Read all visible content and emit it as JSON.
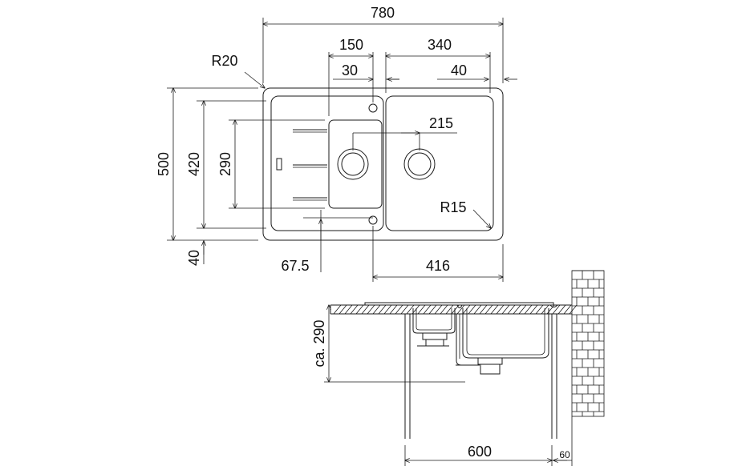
{
  "drawing": {
    "colors": {
      "line": "#1a1a1a",
      "text": "#111111",
      "background": "#ffffff"
    },
    "top_view": {
      "overall_width": "780",
      "drainer_width": "150",
      "bowl_width": "340",
      "left_offset": "30",
      "right_offset": "40",
      "corner_radius": "R20",
      "center_distance": "215",
      "bowl_radius": "R15",
      "overall_depth": "500",
      "inner_depth": "420",
      "bowl_depth": "290",
      "bottom_offset": "40",
      "drain_offset": "67.5",
      "bowl_inner_width": "416"
    },
    "side_view": {
      "install_height": "ca. 290",
      "cabinet_width": "600",
      "wall_gap": "60"
    }
  }
}
